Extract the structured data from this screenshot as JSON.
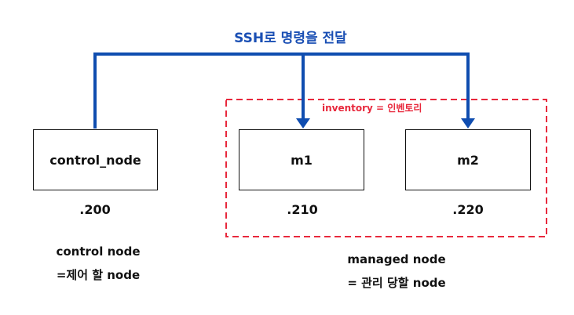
{
  "title": "SSH로 명령을 전달",
  "inventory_label": "inventory = 인벤토리",
  "nodes": {
    "control": {
      "label": "control_node",
      "ip": ".200"
    },
    "m1": {
      "label": "m1",
      "ip": ".210"
    },
    "m2": {
      "label": "m2",
      "ip": ".220"
    }
  },
  "captions": {
    "control_line1": "control node",
    "control_line2": "=제어 할 node",
    "managed_line1": "managed node",
    "managed_line2": "= 관리 당할 node"
  },
  "colors": {
    "arrow": "#0f4db0",
    "inventory_border": "#e8283c",
    "title": "#1a4fb4"
  }
}
